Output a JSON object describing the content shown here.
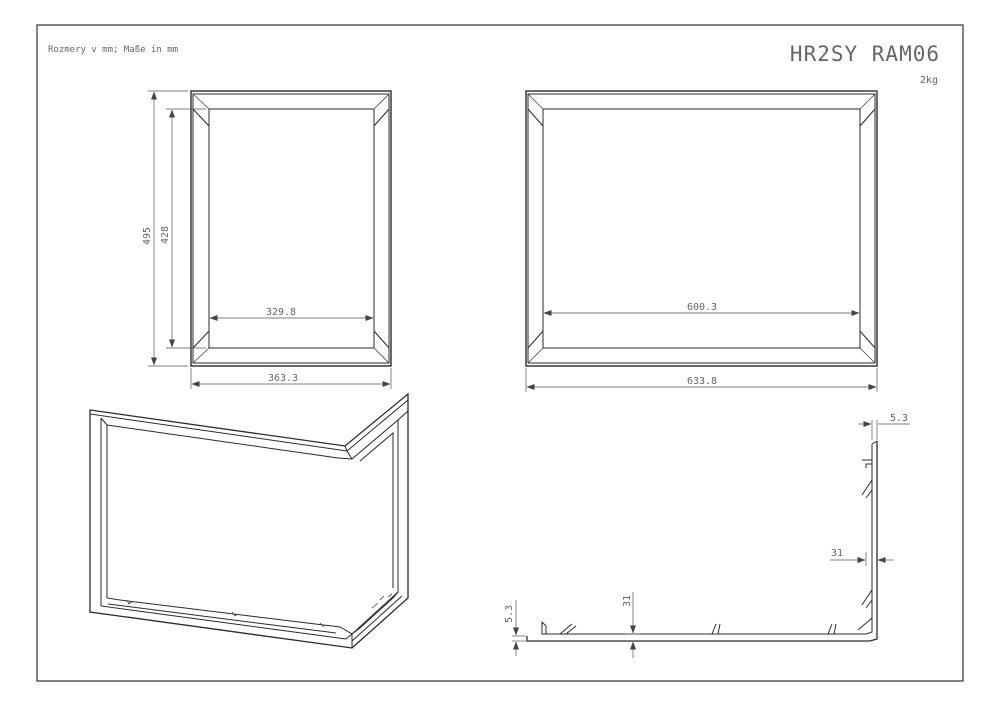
{
  "header": {
    "units_note": "Rozmery v mm; Maße in mm",
    "part_code": "HR2SY RAM06",
    "weight": "2kg"
  },
  "front_view": {
    "height_outer": "495",
    "height_inner": "428",
    "width_inner": "329.8",
    "width_outer": "363.3"
  },
  "side_view": {
    "width_inner": "600.3",
    "width_outer": "633.8"
  },
  "profile_view": {
    "thickness_top": "5.3",
    "flange_right": "31",
    "flange_bottom": "31",
    "thickness_left": "5.3"
  }
}
